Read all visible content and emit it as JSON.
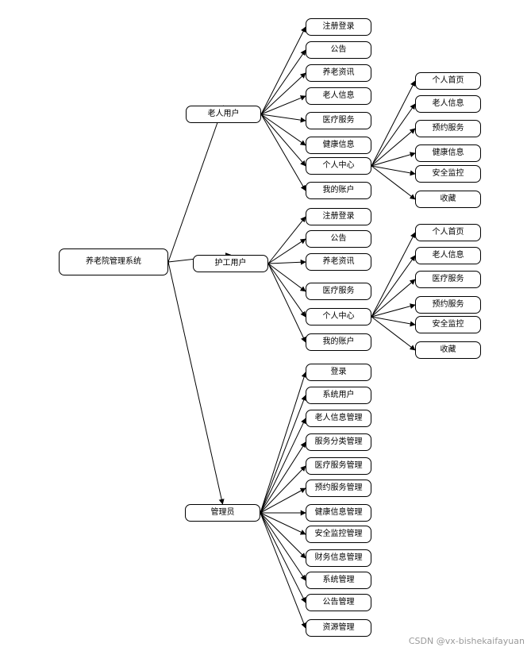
{
  "root": {
    "label": "养老院管理系统"
  },
  "branches": [
    {
      "label": "老人用户",
      "children": [
        {
          "label": "注册登录"
        },
        {
          "label": "公告"
        },
        {
          "label": "养老资讯"
        },
        {
          "label": "老人信息"
        },
        {
          "label": "医疗服务"
        },
        {
          "label": "健康信息"
        },
        {
          "label": "个人中心",
          "children": [
            "个人首页",
            "老人信息",
            "预约服务",
            "健康信息",
            "安全监控",
            "收藏"
          ]
        },
        {
          "label": "我的账户"
        }
      ]
    },
    {
      "label": "护工用户",
      "children": [
        {
          "label": "注册登录"
        },
        {
          "label": "公告"
        },
        {
          "label": "养老资讯"
        },
        {
          "label": "医疗服务"
        },
        {
          "label": "个人中心",
          "children": [
            "个人首页",
            "老人信息",
            "医疗服务",
            "预约服务",
            "安全监控",
            "收藏"
          ]
        },
        {
          "label": "我的账户"
        }
      ]
    },
    {
      "label": "管理员",
      "children": [
        {
          "label": "登录"
        },
        {
          "label": "系统用户"
        },
        {
          "label": "老人信息管理"
        },
        {
          "label": "服务分类管理"
        },
        {
          "label": "医疗服务管理"
        },
        {
          "label": "预约服务管理"
        },
        {
          "label": "健康信息管理"
        },
        {
          "label": "安全监控管理"
        },
        {
          "label": "财务信息管理"
        },
        {
          "label": "系统管理"
        },
        {
          "label": "公告管理"
        },
        {
          "label": "资源管理"
        }
      ]
    }
  ],
  "watermark": "CSDN @vx-bishekaifayuan"
}
